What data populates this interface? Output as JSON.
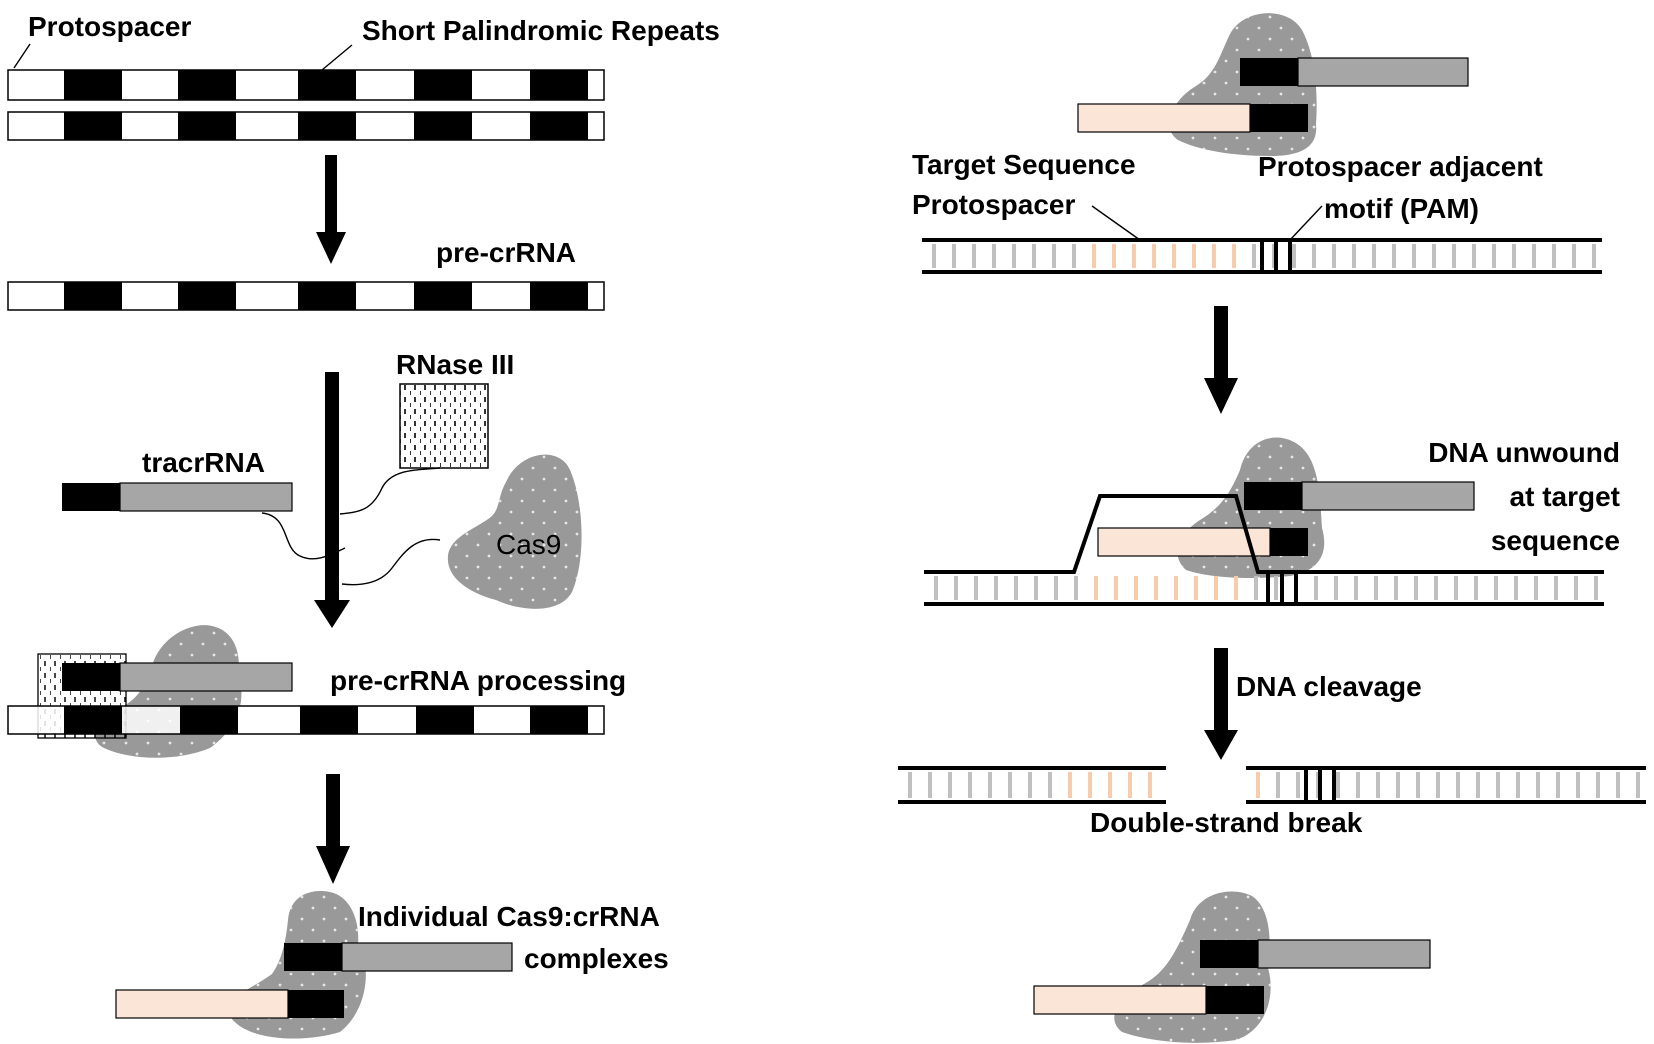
{
  "labels": {
    "protospacer": "Protospacer",
    "short_palindromic_repeats": "Short Palindromic Repeats",
    "pre_crrna": "pre-crRNA",
    "rnase_iii": "RNase III",
    "tracrrna": "tracrRNA",
    "cas9": "Cas9",
    "pre_crrna_processing": "pre-crRNA processing",
    "individual_complexes_line1": "Individual Cas9:crRNA",
    "individual_complexes_line2": "complexes",
    "target_sequence": "Target Sequence",
    "target_protospacer": "Protospacer",
    "pam_line1": "Protospacer adjacent",
    "pam_line2": "motif (PAM)",
    "dna_unwound_line1": "DNA unwound",
    "dna_unwound_line2": "at target",
    "dna_unwound_line3": "sequence",
    "dna_cleavage": "DNA cleavage",
    "double_strand_break": "Double-strand break"
  },
  "colors": {
    "repeat": "#000000",
    "spacer": "#ffffff",
    "tracr_rna": "#a6a6a6",
    "crrna_spacer": "#fbe5d6",
    "cas9_protein": "#999999",
    "dna_rung": "#c0c0c0",
    "target_rung": "#f8cbad"
  }
}
